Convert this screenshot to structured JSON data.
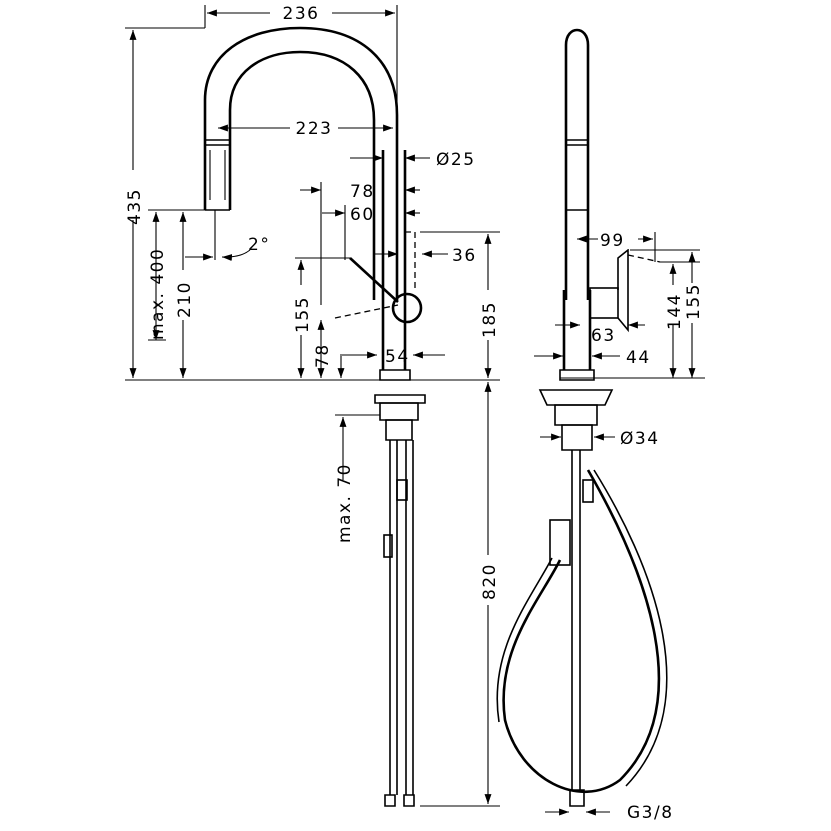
{
  "dimensions": {
    "d236": "236",
    "d223": "223",
    "d25": "Ø25",
    "d78a": "78",
    "d60": "60",
    "d36": "36",
    "d2deg": "2°",
    "d435": "435",
    "d400": "max. 400",
    "d210": "210",
    "d155a": "155",
    "d78b": "78",
    "d54": "54",
    "d185": "185",
    "d70": "max. 70",
    "d820": "820",
    "d99": "99",
    "d63": "63",
    "d144": "144",
    "d155b": "155",
    "d44": "44",
    "d34": "Ø34",
    "dG38": "G3/8"
  },
  "colors": {
    "line": "#000000",
    "background": "#ffffff"
  }
}
